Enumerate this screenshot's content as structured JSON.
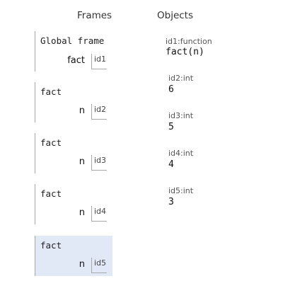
{
  "headings": {
    "frames": "Frames",
    "objects": "Objects"
  },
  "frames": [
    {
      "title": "Global frame",
      "var_name": "fact",
      "ref": "id1"
    },
    {
      "title": "fact",
      "var_name": "n",
      "ref": "id2"
    },
    {
      "title": "fact",
      "var_name": "n",
      "ref": "id3"
    },
    {
      "title": "fact",
      "var_name": "n",
      "ref": "id4"
    },
    {
      "title": "fact",
      "var_name": "n",
      "ref": "id5",
      "active": true
    }
  ],
  "objects": [
    {
      "label": "id1:function",
      "value": "fact(n)"
    },
    {
      "label": "id2:int",
      "value": "6"
    },
    {
      "label": "id3:int",
      "value": "5"
    },
    {
      "label": "id4:int",
      "value": "4"
    },
    {
      "label": "id5:int",
      "value": "3"
    }
  ],
  "colors": {
    "active_frame": "#e2e9f6",
    "frame_border": "#a8a8a8"
  }
}
